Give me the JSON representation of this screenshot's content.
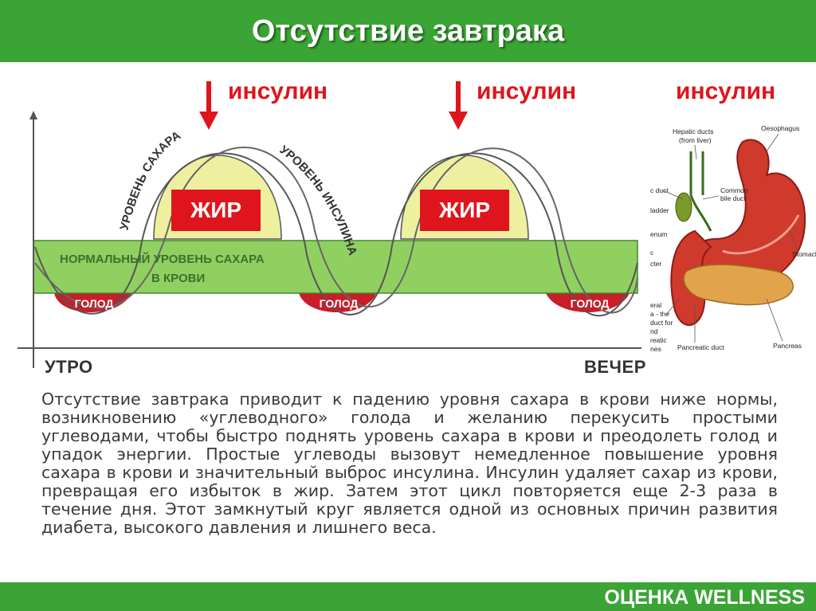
{
  "header": {
    "title": "Отсутствие завтрака"
  },
  "footer": {
    "text": "ОЦЕНКА WELLNESS"
  },
  "labels": {
    "insulin": [
      "инсулин",
      "инсулин",
      "инсулин"
    ],
    "fat": [
      "ЖИР",
      "ЖИР"
    ],
    "hunger": [
      "ГОЛОД",
      "ГОЛОД",
      "ГОЛОД"
    ],
    "sugar_level": "УРОВЕНЬ САХАРА",
    "insulin_level": "УРОВЕНЬ ИНСУЛИНА",
    "normal_band_line1": "НОРМАЛЬНЫЙ УРОВЕНЬ САХАРА",
    "normal_band_line2": "В КРОВИ",
    "morning": "УТРО",
    "evening": "ВЕЧЕР"
  },
  "anatomy": {
    "hepatic": "Hepatic ducts",
    "from_liver": "(from liver)",
    "oesophagus": "Oesophagus",
    "cystic": "c duct",
    "common_bile_1": "Common",
    "common_bile_2": "bile duct",
    "gallbladder": "ladder",
    "duodenum": "enum",
    "stomach": "Stomach",
    "sphincter_1": "c",
    "sphincter_2": "cter",
    "ampulla_1": "eral",
    "ampulla_2": "a - the",
    "ampulla_3": "duct for",
    "ampulla_4": "nd",
    "ampulla_5": "reatic",
    "ampulla_6": "nes",
    "pancreatic_duct": "Pancreatic duct",
    "pancreas": "Pancreas"
  },
  "description": "Отсутствие завтрака приводит к падению уровня сахара в крови ниже нормы, возникновению «углеводного» голода и желанию перекусить простыми углеводами, чтобы быстро поднять уровень сахара в крови и преодолеть голод и упадок энергии. Простые углеводы вызовут немедленное повышение уровня сахара в крови и значительный выброс инсулина. Инсулин удаляет сахар из крови, превращая его избыток в жир. Затем этот цикл повторяется еще 2-3 раза в течение дня. Этот замкнутый круг является одной из основных причин развития диабета, высокого давления и лишнего веса.",
  "colors": {
    "green_bar": "#3aa535",
    "band": "#7dc844",
    "fat_hump": "#eef0a0",
    "hunger": "#c81e2a",
    "red": "#e0141c"
  }
}
